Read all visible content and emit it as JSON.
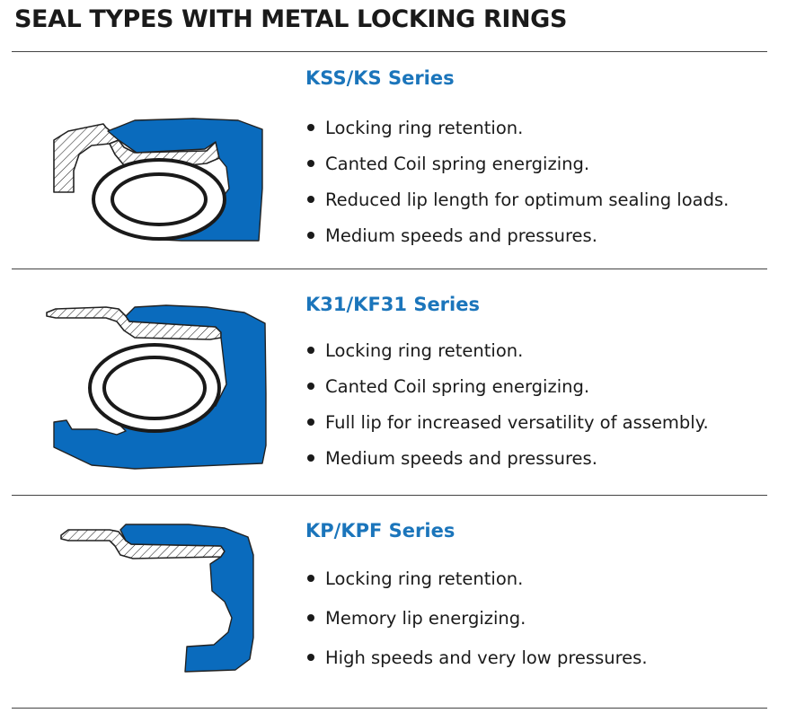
{
  "page": {
    "title": "SEAL TYPES WITH METAL LOCKING RINGS"
  },
  "colors": {
    "seal_blue": "#0a6bbd",
    "series_title_blue": "#1b75bb",
    "text": "#1a1a1a",
    "rule": "#444444"
  },
  "sections": [
    {
      "series": "KSS/KS Series",
      "diagram_icon": "ksskS-seal-cross-section-icon",
      "bullets": [
        "Locking ring retention.",
        "Canted Coil spring energizing.",
        "Reduced lip length for optimum sealing loads.",
        "Medium speeds and pressures."
      ]
    },
    {
      "series": "K31/KF31 Series",
      "diagram_icon": "k31-kf31-seal-cross-section-icon",
      "bullets": [
        "Locking ring retention.",
        "Canted Coil spring energizing.",
        "Full lip for increased versatility of assembly.",
        "Medium speeds and pressures."
      ]
    },
    {
      "series": "KP/KPF Series",
      "diagram_icon": "kp-kpf-seal-cross-section-icon",
      "bullets": [
        "Locking ring retention.",
        "Memory lip energizing.",
        "High speeds and very low pressures."
      ]
    }
  ]
}
